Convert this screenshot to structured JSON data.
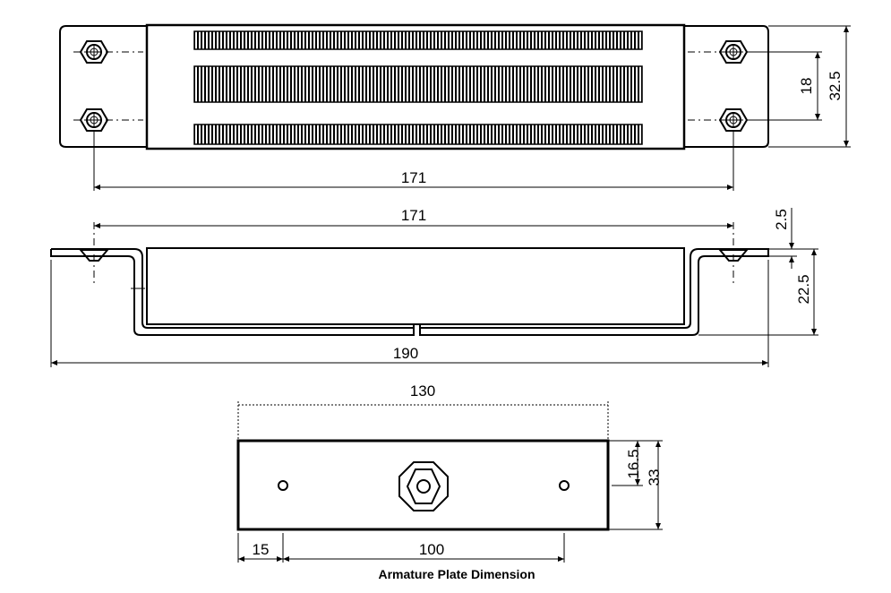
{
  "top_view": {
    "overall_length": "171",
    "hole_spacing": "18",
    "width": "32.5"
  },
  "side_view": {
    "hole_span": "171",
    "flange_thickness": "2.5",
    "depth": "22.5",
    "overall_length": "190"
  },
  "armature_plate": {
    "length": "130",
    "half_height": "16.5",
    "height": "33",
    "edge_offset": "15",
    "hole_spacing": "100",
    "caption": "Armature Plate Dimension"
  }
}
